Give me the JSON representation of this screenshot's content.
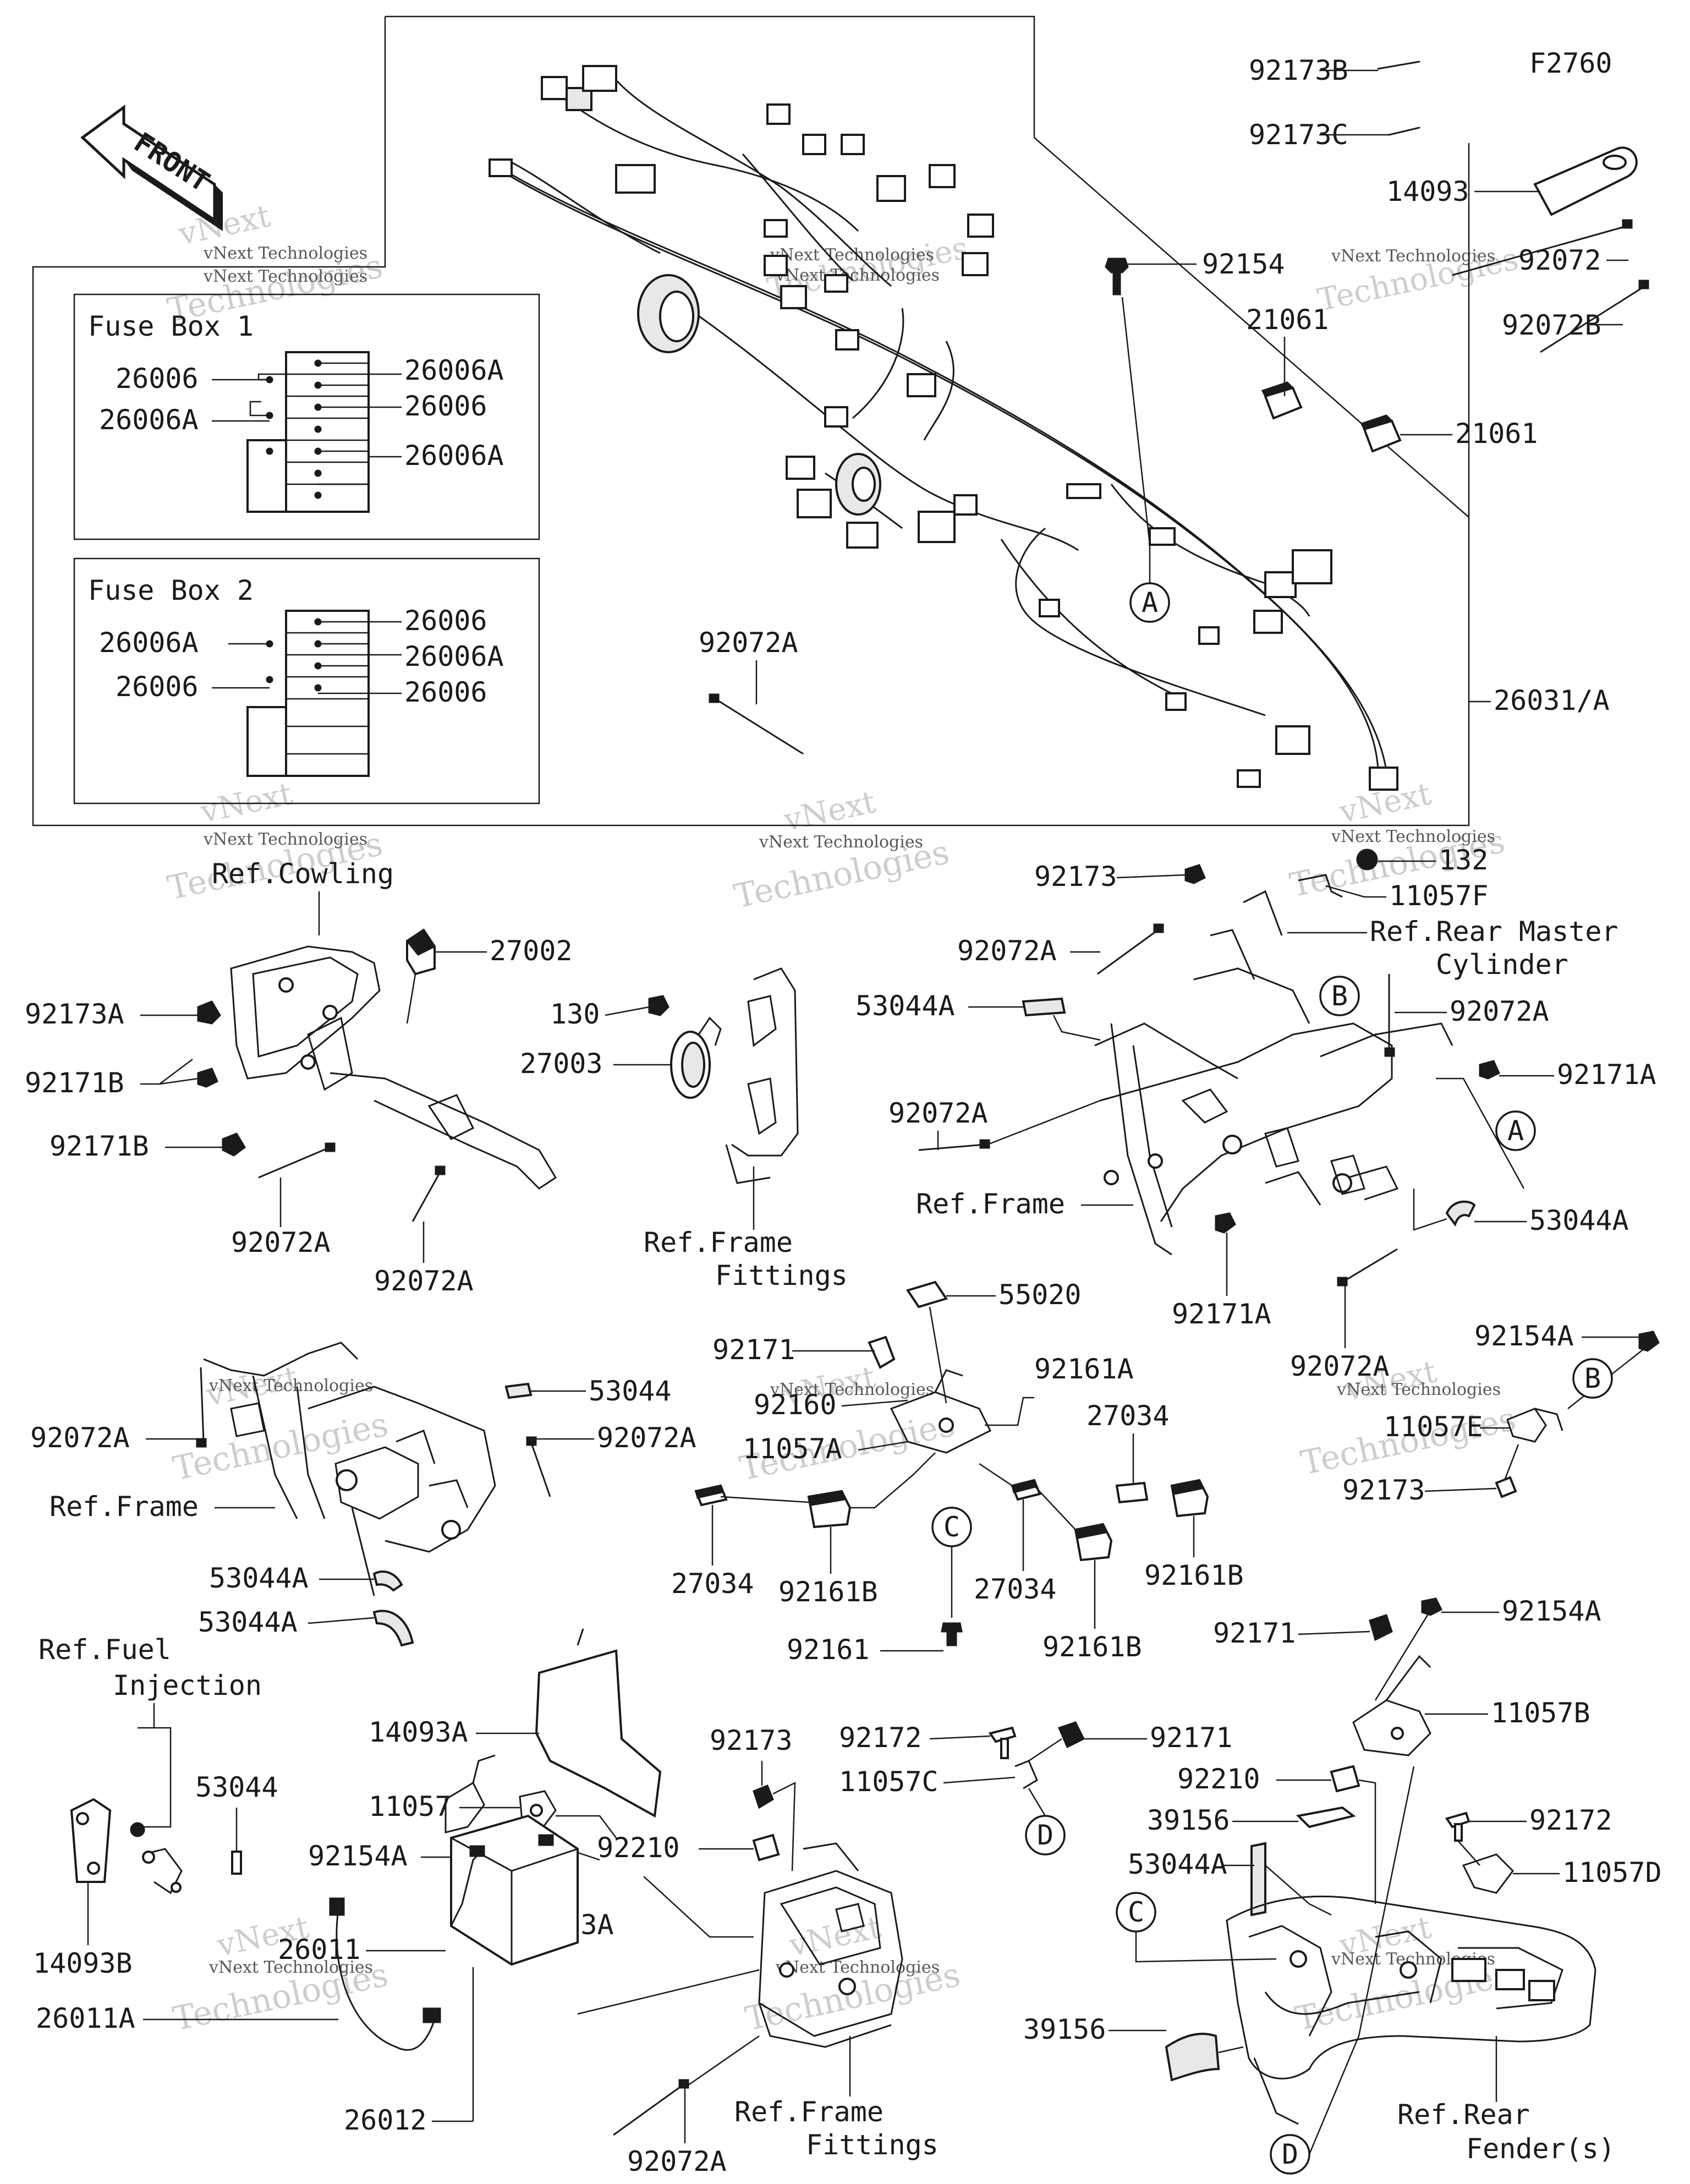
{
  "figure_code": "F2760",
  "front_arrow_label": "FRONT",
  "watermark": {
    "brand": "vNext",
    "company": "vNext Technologies",
    "tagline": "Technologies"
  },
  "fuse_box_1": {
    "title": "Fuse Box 1",
    "left_labels": [
      "26006",
      "26006A"
    ],
    "right_labels": [
      "26006A",
      "26006",
      "26006A"
    ]
  },
  "fuse_box_2": {
    "title": "Fuse Box 2",
    "left_labels": [
      "26006A",
      "26006"
    ],
    "right_labels": [
      "26006",
      "26006A",
      "26006"
    ]
  },
  "callouts": {
    "A": "A",
    "B": "B",
    "C": "C",
    "D": "D"
  },
  "labels": {
    "p92173B": "92173B",
    "p92173C": "92173C",
    "p14093": "14093",
    "p92072": "92072",
    "p92072B": "92072B",
    "p92154": "92154",
    "p21061a": "21061",
    "p21061b": "21061",
    "p92072A_top": "92072A",
    "p26031A": "26031/A",
    "ref_cowling": "Ref.Cowling",
    "p27002": "27002",
    "p92173A_l": "92173A",
    "p92171B_1": "92171B",
    "p92171B_2": "92171B",
    "p92072A_l1": "92072A",
    "p92072A_l2": "92072A",
    "p130": "130",
    "p27003": "27003",
    "ref_frame_fittings_1": "Ref.Frame",
    "ref_frame_fittings_2": "Fittings",
    "p92173_r": "92173",
    "p132": "132",
    "p11057F": "11057F",
    "ref_rear_master_1": "Ref.Rear Master",
    "ref_rear_master_2": "Cylinder",
    "p92072A_r1": "92072A",
    "p53044A_r1": "53044A",
    "p92072A_r2": "92072A",
    "p92072A_r3": "92072A",
    "p92171A_r1": "92171A",
    "ref_frame_r": "Ref.Frame",
    "p53044A_r2": "53044A",
    "p92171A_r2": "92171A",
    "p92072A_r4": "92072A",
    "p55020": "55020",
    "p92171_m": "92171",
    "p92161A": "92161A",
    "p27034_m1": "27034",
    "p92160": "92160",
    "p11057A": "11057A",
    "p27034_m2": "27034",
    "p92161B_1": "92161B",
    "p27034_m3": "27034",
    "p92161B_2": "92161B",
    "p92161B_3": "92161B",
    "p92161": "92161",
    "p92154A_r": "92154A",
    "p11057E": "11057E",
    "p92173_r2": "92173",
    "p53044_l": "53044",
    "p92072A_l3": "92072A",
    "p92072A_l4": "92072A",
    "ref_frame_l": "Ref.Frame",
    "p53044A_l1": "53044A",
    "p53044A_l2": "53044A",
    "ref_fuel_1": "Ref.Fuel",
    "ref_fuel_2": "Injection",
    "p53044_b": "53044",
    "p14093B": "14093B",
    "p14093A": "14093A",
    "p11057": "11057",
    "p92154A_b": "92154A",
    "p92173A_b": "92173A",
    "p92173_b": "92173",
    "p92210_b": "92210",
    "p26011": "26011",
    "p26011A": "26011A",
    "p26012": "26012",
    "p92072A_b": "92072A",
    "ref_frame_fittings_b1": "Ref.Frame",
    "ref_frame_fittings_b2": "Fittings",
    "p92172_m": "92172",
    "p92171_m2": "92171",
    "p11057C": "11057C",
    "p92171_r3": "92171",
    "p92154A_r3": "92154A",
    "p11057B": "11057B",
    "p92210_r": "92210",
    "p39156_1": "39156",
    "p92172_r": "92172",
    "p53044A_r3": "53044A",
    "p11057D": "11057D",
    "p39156_2": "39156",
    "ref_rear_fender_1": "Ref.Rear",
    "ref_rear_fender_2": "Fender(s)"
  }
}
